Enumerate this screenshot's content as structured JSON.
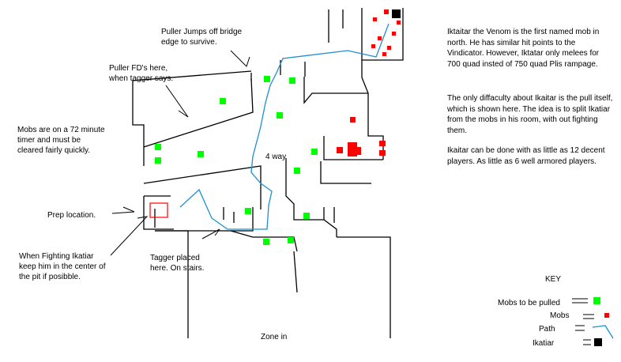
{
  "annotations": {
    "puller_jumps": "Puller Jumps off bridge\nedge  to survive.",
    "puller_fd": "Puller FD's here,\nwhen tagger says.",
    "mobs_timer": "Mobs are on a 72 minute\ntimer and must be\ncleared fairly quickly.",
    "four_way": "4 way",
    "prep_location": "Prep location.",
    "when_fighting": "When Fighting Ikatiar\nkeep him in the center of\nthe pit if posibble.",
    "tagger_placed": "Tagger placed\nhere. On stairs.",
    "zone_in": "Zone in"
  },
  "description": {
    "p1": "Iktaitar the Venom is the first named mob in north. He has similar hit points to the Vindicator. However, Iktatar only melees for 700 quad insted of 750 quad Plis rampage.",
    "p2": "The only diffaculty about Ikaitar is the pull itself, which is shown here. The idea is to split Ikatiar from the mobs in his room, with out fighting them.",
    "p3": "Ikaitar can be done with as little as 12 decent players. As little as 6 well armored players."
  },
  "key": {
    "title": "KEY",
    "items": [
      {
        "label": "Mobs to be pulled",
        "color": "#00ff00"
      },
      {
        "label": "Mobs",
        "color": "#ff0000"
      },
      {
        "label": "Path",
        "color": "#1e90d0"
      },
      {
        "label": "Ikatiar",
        "color": "#000000"
      }
    ]
  },
  "colors": {
    "walls": "#000000",
    "mob_pull": "#00ff00",
    "mob": "#ff0000",
    "path": "#1e90d0",
    "ikatiar": "#000000",
    "prep_box": "#ff0000"
  }
}
